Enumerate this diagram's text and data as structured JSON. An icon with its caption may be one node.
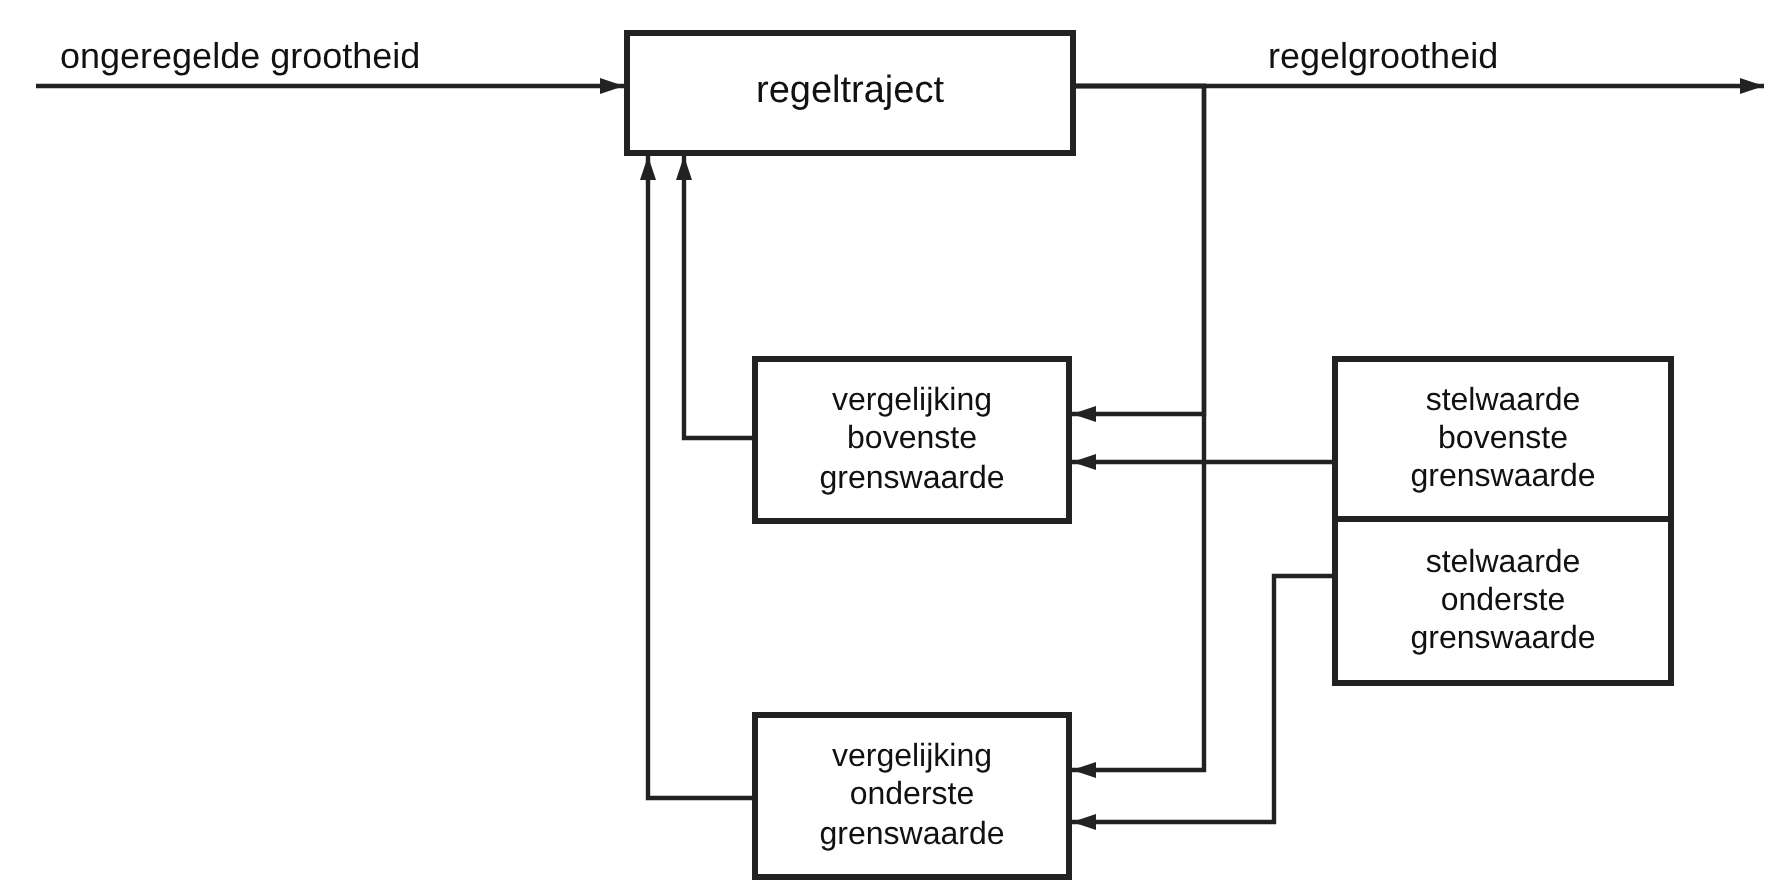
{
  "diagram": {
    "nodes": [
      {
        "text": [
          "regeltraject"
        ]
      },
      {
        "text": [
          "vergelijking bovenste grenswaarde"
        ]
      },
      {
        "text": [
          "stelwaarde bovenste grenswaarde"
        ]
      },
      {
        "text": [
          "stelwaarde onderste grenswaarde"
        ]
      },
      {
        "text": [
          "vergelijking onderste grenswaarde"
        ]
      }
    ],
    "edges": [
      {
        "from": null,
        "to": 0,
        "arrow": "to",
        "label": "ongeregelde grootheid"
      },
      {
        "from": 0,
        "to": null,
        "arrow": "to",
        "label": "regelgrootheid"
      },
      {
        "from": 0,
        "to": 1,
        "arrow": "to"
      },
      {
        "from": 0,
        "to": 4,
        "arrow": "to"
      },
      {
        "from": 2,
        "to": 1,
        "arrow": "to"
      },
      {
        "from": 3,
        "to": 4,
        "arrow": "to"
      },
      {
        "from": 1,
        "to": 0,
        "arrow": "to"
      },
      {
        "from": 4,
        "to": 0,
        "arrow": "to"
      }
    ]
  }
}
